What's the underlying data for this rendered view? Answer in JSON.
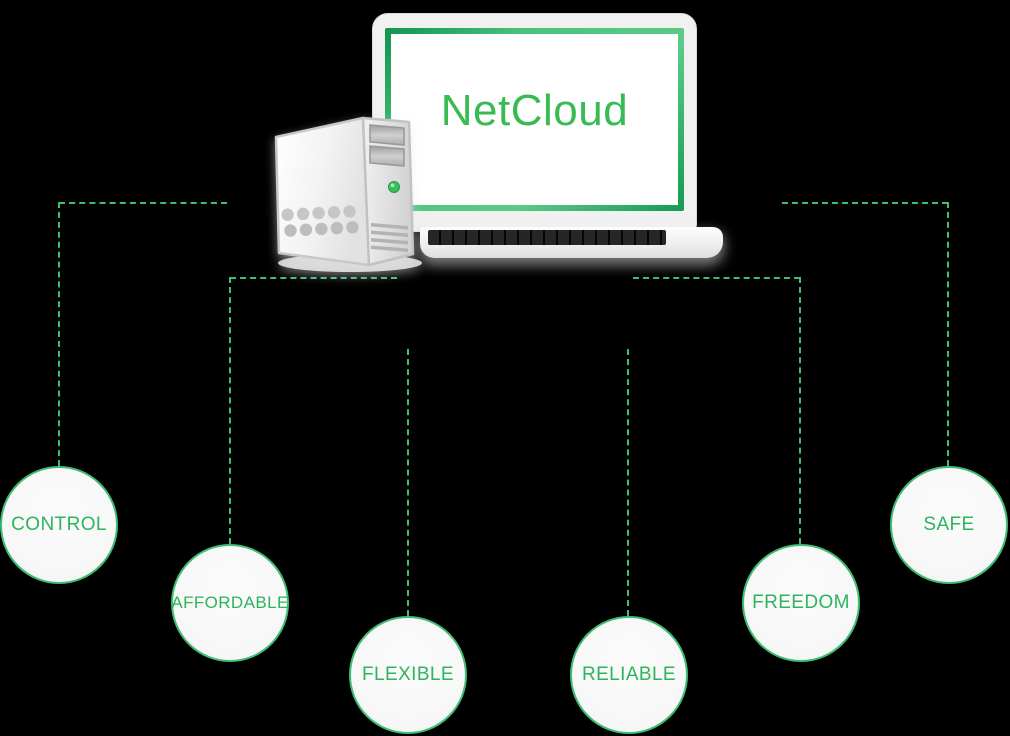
{
  "title": "NetCloud features diagram",
  "colors": {
    "background": "#000000",
    "line_green": "#3dbe73",
    "label_green": "#2db45d",
    "brand_green": "#39bb53",
    "circle_fill": "#f7f7f7"
  },
  "hero": {
    "screen_title": "NetCloud",
    "icons": {
      "laptop": "laptop-illustration",
      "server": "server-tower-illustration",
      "led": "power-led"
    }
  },
  "nodes": [
    {
      "label": "CONTROL"
    },
    {
      "label": "AFFORDABLE"
    },
    {
      "label": "FLEXIBLE"
    },
    {
      "label": "RELIABLE"
    },
    {
      "label": "FREEDOM"
    },
    {
      "label": "SAFE"
    }
  ]
}
